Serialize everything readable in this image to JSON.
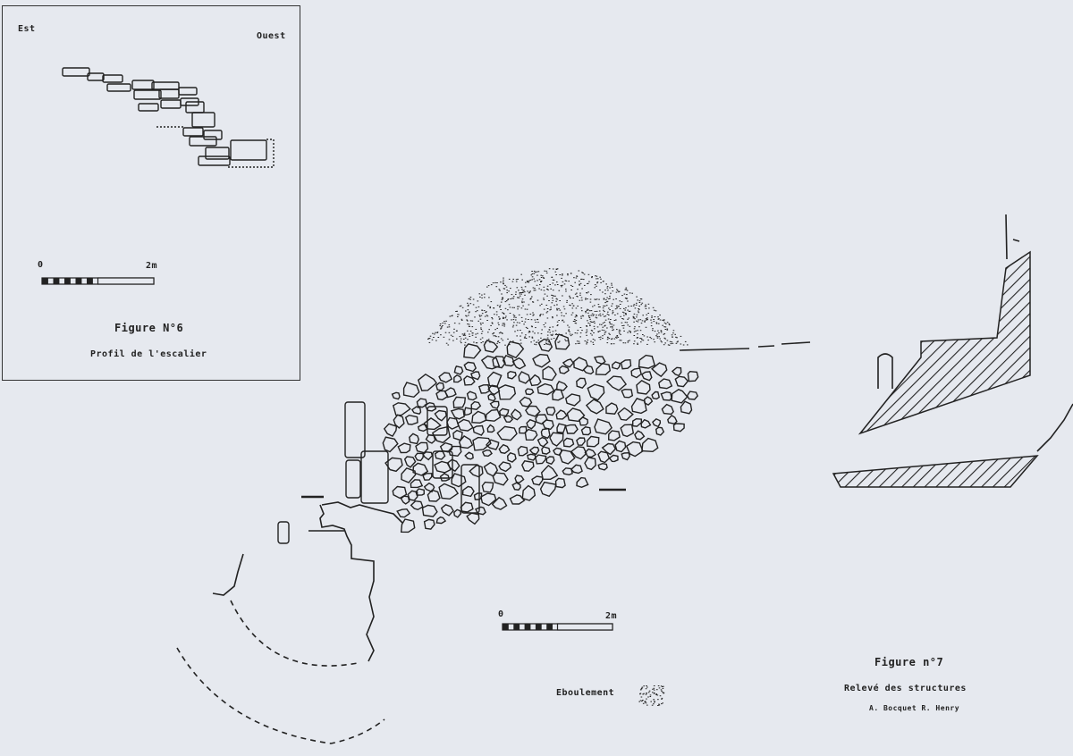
{
  "inset": {
    "label_east": "Est",
    "label_west": "Ouest",
    "scale_start": "0",
    "scale_end": "2m",
    "figure_title": "Figure N°6",
    "figure_caption": "Profil de l'escalier"
  },
  "main": {
    "scale_start": "0",
    "scale_end": "2m",
    "legend_label": "Eboulement",
    "figure_title": "Figure n°7",
    "figure_caption": "Relevé des structures",
    "authors": "A. Bocquet   R. Henry"
  },
  "colors": {
    "paper": "#e6e9ef",
    "ink": "#222222"
  }
}
